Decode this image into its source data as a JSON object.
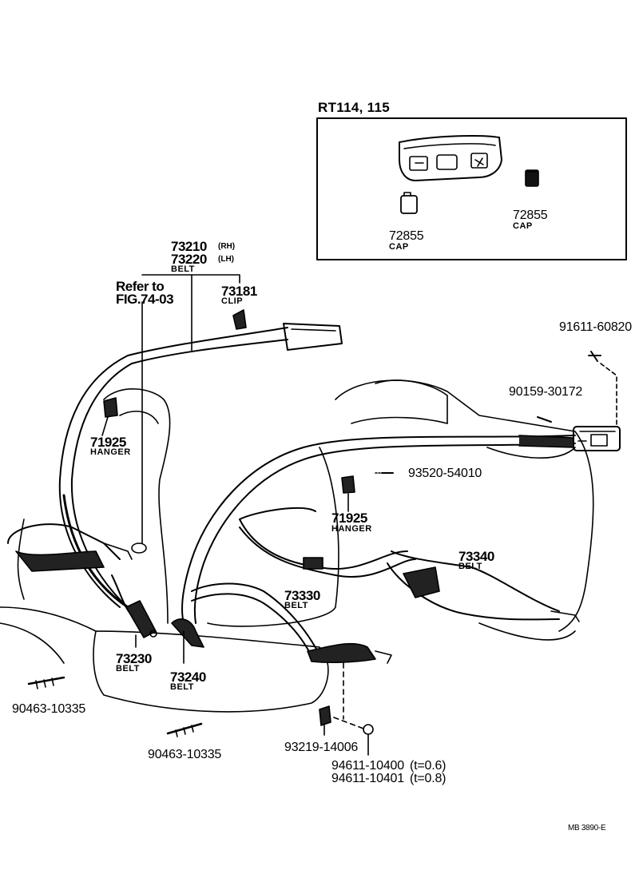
{
  "inset": {
    "title": "RT114, 115"
  },
  "callouts": {
    "cap_a": {
      "part": "72855",
      "name": "CAP"
    },
    "cap_b": {
      "part": "72855",
      "name": "CAP"
    },
    "belt_rh": {
      "part": "73210",
      "side": "(RH)"
    },
    "belt_lh": {
      "part": "73220",
      "side": "(LH)"
    },
    "belt_main_name": "BELT",
    "refer": {
      "line1": "Refer to",
      "line2": "FIG.74-03"
    },
    "clip": {
      "part": "73181",
      "name": "CLIP"
    },
    "bolt_top_right": {
      "part": "91611-60820"
    },
    "washer_upper": {
      "part": "90159-30172"
    },
    "screw_mid": {
      "part": "93520-54010"
    },
    "hanger_left": {
      "part": "71925",
      "name": "HANGER"
    },
    "hanger_mid": {
      "part": "71925",
      "name": "HANGER"
    },
    "belt_73340": {
      "part": "73340",
      "name": "BELT"
    },
    "belt_73330": {
      "part": "73330",
      "name": "BELT"
    },
    "belt_73230": {
      "part": "73230",
      "name": "BELT"
    },
    "belt_73240": {
      "part": "73240",
      "name": "BELT"
    },
    "screw_left": {
      "part": "90463-10335"
    },
    "screw_bottom": {
      "part": "90463-10335"
    },
    "bolt_bottom": {
      "part": "93219-14006"
    },
    "washer_a": {
      "part": "94611-10400",
      "note": "(t=0.6)"
    },
    "washer_b": {
      "part": "94611-10401",
      "note": "(t=0.8)"
    }
  },
  "footer": {
    "code": "MB 3890-E"
  }
}
